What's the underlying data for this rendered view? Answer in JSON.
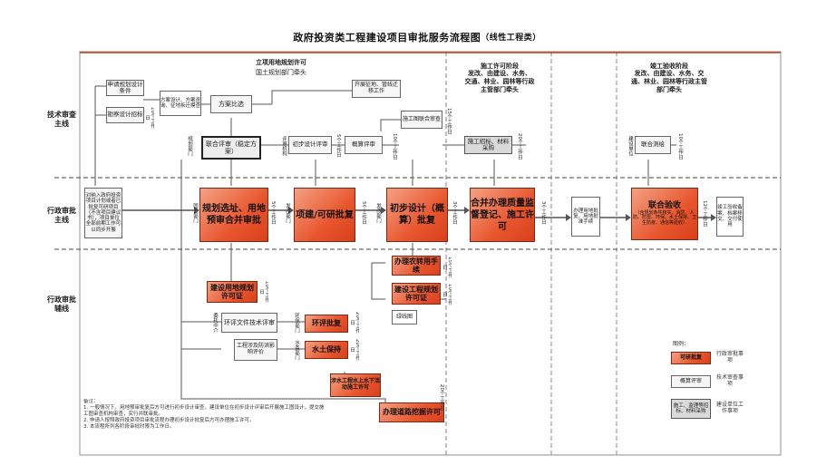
{
  "title": "政府投资类工程建设项目审批服务流程图",
  "subtitle": "（线性工程类）",
  "lanes": {
    "tech": "技术审查\n主线",
    "admin": "行政审批\n主线",
    "aux": "行政审批\n辅线"
  },
  "phases": {
    "p1": "立项用地规划许可",
    "p1_sub": "国土规划部门牵头",
    "p2": "施工许可阶段\n发改、由建设、水务、\n交通、林业、园林等行政\n主管部门牵头",
    "p3": "竣工验收阶段\n发改、由建设、水务、交\n通、林业、园林等行政主管\n部门牵头"
  },
  "boxes": {
    "intro": "对纳入政府投资项目计划或者已批复可研项目（不含项目建议书），项目单位全部前期工作可以同步开展",
    "plan_apply": "申请规划设计条件",
    "survey": "勘察设计招标",
    "scheme_design": "方案设计、方案咨询、征地拆迁摸查",
    "scheme_compare": "方案比选",
    "joint_review": "联合评审（稳定方案）",
    "prelim_review": "初步设计评审",
    "budget_review": "概算评审",
    "relocate": "开展征地、管线迁移工作",
    "drawing_review": "施工图联合审查",
    "bid": "施工招标、材料采购",
    "joint_check": "联合测绘",
    "site_select": "规划选址、用地预审合并审批",
    "project_approve": "项建/可研批复",
    "prelim_approve": "初步设计（概算）批复",
    "permit": "合并办理质量监督登记、施工许可",
    "land_handle": "办理用地批复、用地批准手续",
    "accept": "联合验收",
    "accept_sub": "（含规划条件核实、消防、人防、防雷、环保、水土保持、卫生防疫、通信等验收）",
    "archive": "竣工验收备案、档案移交、交付使用",
    "land_permit": "建设用地规划许可证",
    "farm_convert": "办理农转用手续",
    "eng_permit": "建设工程规划许可证",
    "eia_tech": "环评文件技术评审",
    "eia_approve": "环评批复",
    "water_keep": "水土保持",
    "flood": "工程涉及防洪影响评价",
    "water_eng": "涉水工程水上水下活动施工许可",
    "road_dig": "办理道路挖掘许可",
    "green": "绿线图"
  },
  "small": {
    "days_10": "10个工作日",
    "days_5": "5个工作日",
    "days_15": "15个工作日",
    "days_20": "20个工作日",
    "days_12": "12个工作日",
    "days_3": "3个工作日",
    "dept_plan": "规划部门",
    "dept_reform": "发改部门",
    "dept_build": "建设单位",
    "dept_env": "环保部门",
    "dept_water": "水务部门",
    "dept_review": "评审机构",
    "dept_agency": "委托中介",
    "dept_land": "国土部门"
  },
  "notes": {
    "body": "备注：\n1. 一般情况下，用地预审批复后方可进行初步设计审查，建设单位在初步设计评审后开展施工图设计，提交施工图审查机构审查，实行并联审批。\n2. 申请人按照政府投资项目审批流程办理初步设计批复后方可办理施工许可。\n3. 本流程所列各阶段审批时限为工作日。"
  },
  "legend": {
    "title": "图例：",
    "items": [
      {
        "label": "可研批复",
        "desc": "行政审批事项"
      },
      {
        "label": "概算评审",
        "desc": "技术审查事项"
      },
      {
        "label": "施工、监理等招标、材料采购",
        "desc": "建设单位工作事项"
      }
    ]
  }
}
